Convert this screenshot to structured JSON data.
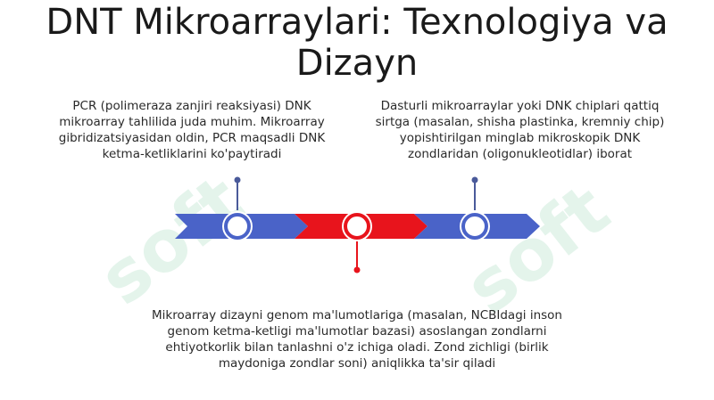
{
  "title": "DNT Mikroarraylari: Texnologiya va Dizayn",
  "descriptions": {
    "left": "PCR (polimeraza zanjiri reaksiyasi) DNK mikroarray tahlilida juda muhim. Mikroarray gibridizatsiyasidan oldin, PCR maqsadli DNK ketma-ketliklarini ko'paytiradi",
    "right": "Dasturli mikroarraylar yoki DNK chiplari qattiq sirtga (masalan, shisha plastinka, kremniy chip) yopishtirilgan minglab mikroskopik DNK zondlaridan (oligonukleotidlar) iborat",
    "bottom": "Mikroarray dizayni genom ma'lumotlariga (masalan, NCBIdagi inson genom ketma-ketligi ma'lumotlar bazasi) asoslangan zondlarni ehtiyotkorlik bilan tanlashni o'z ichiga oladi. Zond zichligi (birlik maydoniga zondlar soni) aniqlikka ta'sir qiladi"
  },
  "colors": {
    "blue": "#4a63c8",
    "red": "#e8141c",
    "connector_blue": "#4a5a9a",
    "connector_red": "#e8141c",
    "watermark": "#2aa866"
  },
  "watermark_text": "soft"
}
